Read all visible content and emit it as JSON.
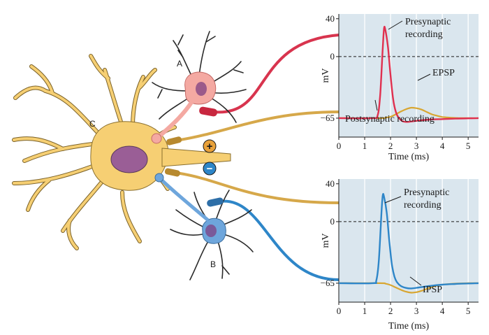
{
  "cells": {
    "a_label": "A",
    "b_label": "B",
    "c_label": "C",
    "colors": {
      "cell_a": "#f4a9a2",
      "cell_a_nucleus": "#9b5a8a",
      "cell_b": "#6ea6dc",
      "cell_b_nucleus": "#7a5a9a",
      "cell_c": "#f6cf73",
      "cell_c_nucleus": "#9a5e96",
      "wire_red": "#d8344e",
      "wire_gold": "#d6a84a",
      "wire_blue": "#2e86c8",
      "dendrite_dark": "#2a2a2a"
    }
  },
  "electrodes": {
    "plus_symbol": "+",
    "minus_symbol": "−",
    "plus_color": "#e8a13a",
    "minus_color": "#2e86c8"
  },
  "chart_data": [
    {
      "type": "line",
      "panel": "top",
      "xlabel": "Time (ms)",
      "ylabel": "mV",
      "xlim": [
        0,
        5.4
      ],
      "ylim": [
        -85,
        45
      ],
      "xticks": [
        "0",
        "1",
        "2",
        "3",
        "4",
        "5"
      ],
      "yticks": [
        "40",
        "0",
        "−65"
      ],
      "ytick_values": [
        40,
        0,
        -65
      ],
      "reference_line": 0,
      "grid": true,
      "background": "#dae6ee",
      "series": [
        {
          "name": "Presynaptic recording",
          "color": "#e0304f",
          "x": [
            0,
            1.3,
            1.5,
            1.6,
            1.7,
            1.75,
            1.8,
            1.9,
            2.0,
            2.1,
            2.2,
            2.3,
            2.45,
            2.6,
            2.8,
            3.1,
            3.5,
            4.0,
            4.5,
            5.0,
            5.4
          ],
          "y": [
            -65,
            -65,
            -62,
            -40,
            10,
            30,
            28,
            10,
            -20,
            -45,
            -58,
            -64,
            -68,
            -69,
            -68.5,
            -67.5,
            -66.5,
            -66,
            -65.5,
            -65.2,
            -65
          ]
        },
        {
          "name": "EPSP",
          "color": "#d8a631",
          "x": [
            0,
            1.6,
            1.8,
            2.0,
            2.2,
            2.4,
            2.6,
            2.8,
            3.0,
            3.2,
            3.4,
            3.6,
            3.8,
            4.0,
            4.3,
            4.6,
            5.0,
            5.4
          ],
          "y": [
            -65,
            -65,
            -64.5,
            -63.5,
            -61,
            -58,
            -55.5,
            -54,
            -54.5,
            -56,
            -58.5,
            -61,
            -62.5,
            -63.8,
            -64.5,
            -64.8,
            -65,
            -65
          ]
        }
      ],
      "annotations": {
        "pre_line1": "Presynaptic",
        "pre_line2": "recording",
        "post": "Postsynaptic recording",
        "psp": "EPSP"
      }
    },
    {
      "type": "line",
      "panel": "bottom",
      "xlabel": "Time (ms)",
      "ylabel": "mV",
      "xlim": [
        0,
        5.4
      ],
      "ylim": [
        -85,
        45
      ],
      "xticks": [
        "0",
        "1",
        "2",
        "3",
        "4",
        "5"
      ],
      "yticks": [
        "40",
        "0",
        "−65"
      ],
      "ytick_values": [
        40,
        0,
        -65
      ],
      "reference_line": 0,
      "grid": true,
      "background": "#dae6ee",
      "series": [
        {
          "name": "Presynaptic recording",
          "color": "#2e86c8",
          "x": [
            0,
            1.3,
            1.45,
            1.55,
            1.65,
            1.7,
            1.75,
            1.85,
            1.95,
            2.05,
            2.15,
            2.25,
            2.4,
            2.6,
            2.8,
            3.1,
            3.5,
            4.0,
            4.5,
            5.0,
            5.4
          ],
          "y": [
            -65,
            -65,
            -62,
            -40,
            10,
            28,
            26,
            10,
            -20,
            -45,
            -58,
            -64,
            -68,
            -70,
            -70.5,
            -69.5,
            -68,
            -66.5,
            -65.8,
            -65.3,
            -65
          ]
        },
        {
          "name": "IPSP",
          "color": "#d8a631",
          "x": [
            0,
            1.6,
            1.8,
            2.0,
            2.2,
            2.4,
            2.6,
            2.8,
            3.0,
            3.2,
            3.4,
            3.6,
            3.8,
            4.0,
            4.3,
            4.6,
            5.0,
            5.4
          ],
          "y": [
            -65,
            -65,
            -65.5,
            -67,
            -69.5,
            -72,
            -74,
            -75,
            -74.5,
            -73,
            -71,
            -69,
            -67.5,
            -66.5,
            -65.8,
            -65.3,
            -65,
            -65
          ]
        }
      ],
      "annotations": {
        "pre_line1": "Presynaptic",
        "pre_line2": "recording",
        "psp": "IPSP"
      }
    }
  ]
}
